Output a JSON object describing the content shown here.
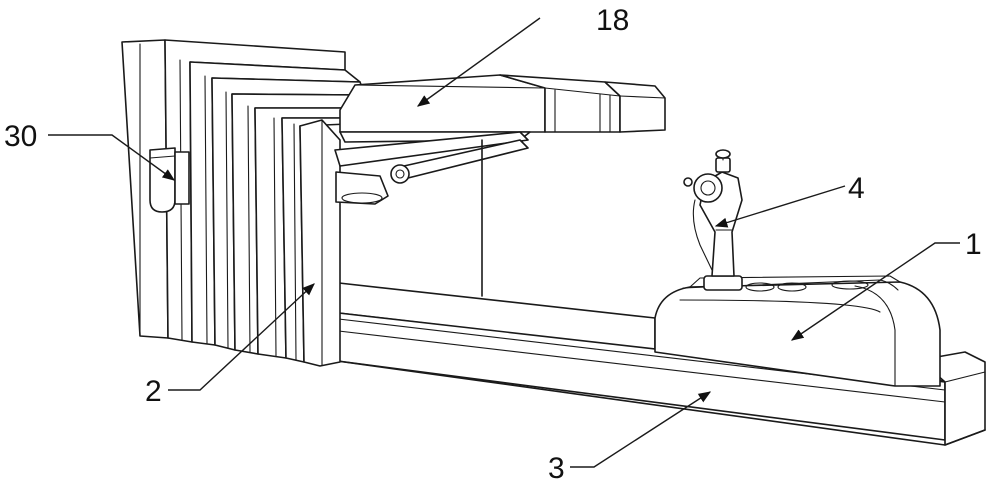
{
  "labels": {
    "l18": "18",
    "l30": "30",
    "l4": "4",
    "l1": "1",
    "l2": "2",
    "l3": "3"
  }
}
